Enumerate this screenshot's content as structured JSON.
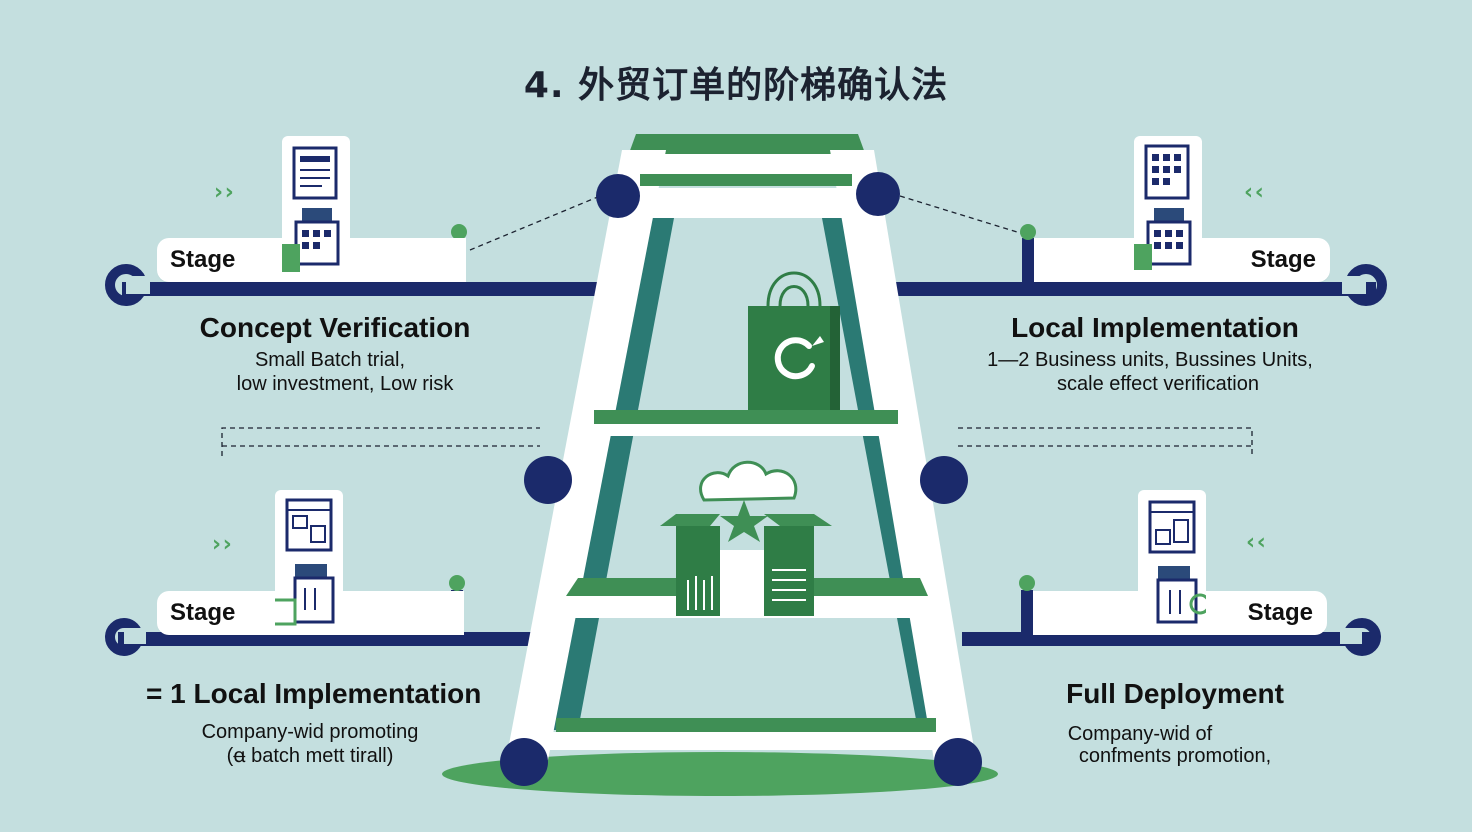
{
  "title": "4. 外贸订单的阶梯确认法",
  "colors": {
    "background": "#c4dfdf",
    "navy": "#1b2a6b",
    "green": "#3f8f55",
    "teal": "#2b7a74",
    "white": "#ffffff"
  },
  "stages": {
    "top_left": {
      "badge": "Stage",
      "heading": "Concept Verification",
      "desc_line1": "Small Batch trial,",
      "desc_line2": "low investment, Low risk",
      "chevron": "› ›"
    },
    "top_right": {
      "badge": "Stage",
      "heading": "Local Implementation",
      "desc_line1": "1—2 Business units, Bussines Units,",
      "desc_line2": "scale effect verification",
      "chevron": "‹ ‹"
    },
    "bottom_left": {
      "badge": "Stage",
      "heading": "= 1 Local Implementation",
      "desc_line1": "Company-wid promoting",
      "desc_line2": "(ꬰ batch mett tirall)",
      "chevron": "› ›"
    },
    "bottom_right": {
      "badge": "Stage",
      "heading": "Full Deployment",
      "desc_line1": "Company-wid of",
      "desc_line2": "confments promotion,",
      "chevron": "‹ ‹"
    }
  },
  "icons": {
    "ladder": "ladder-icon",
    "bag": "shopping-bag-icon",
    "boxes": "open-boxes-icon",
    "document": "document-icon",
    "building": "building-icon"
  }
}
